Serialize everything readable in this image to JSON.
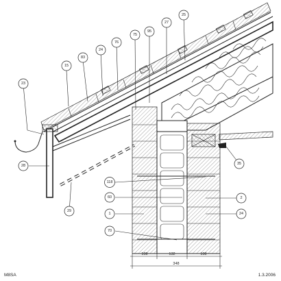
{
  "labels": {
    "l15": "15",
    "l83": "83",
    "l24a": "24",
    "l76": "76",
    "l75": "75",
    "l95": "95",
    "l27": "27",
    "l25": "25",
    "l23": "23",
    "l28": "28",
    "l29": "29",
    "l35": "35",
    "l118": "118",
    "l60": "60",
    "l1": "1",
    "l70": "70",
    "l2": "2",
    "l24b": "24"
  },
  "dimensions": {
    "d1": "108",
    "d2": "132",
    "d3": "108",
    "total": "348"
  },
  "footer": {
    "left": "M8SA",
    "right": "1.3.2006"
  }
}
